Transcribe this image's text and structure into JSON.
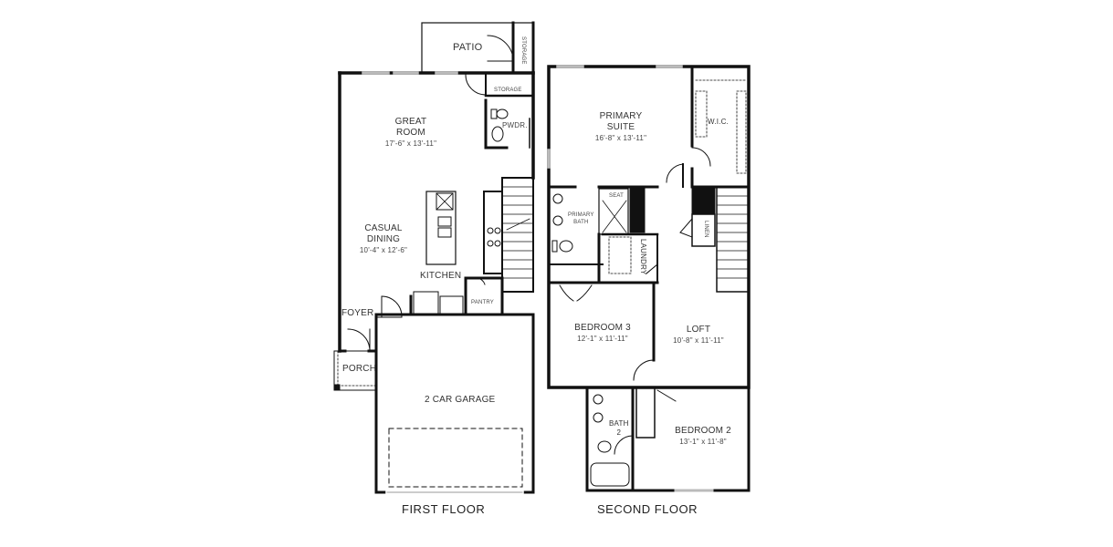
{
  "first_floor": {
    "title": "FIRST FLOOR",
    "rooms": {
      "patio": {
        "name": "PATIO"
      },
      "storage_ext": {
        "name": "STORAGE"
      },
      "storage": {
        "name": "STORAGE"
      },
      "pwdr": {
        "name": "PWDR."
      },
      "great_room": {
        "name_line1": "GREAT",
        "name_line2": "ROOM",
        "dims": "17'-6\" x 13'-11\""
      },
      "casual_dining": {
        "name_line1": "CASUAL",
        "name_line2": "DINING",
        "dims": "10'-4\" x 12'-6\""
      },
      "kitchen": {
        "name": "KITCHEN"
      },
      "pantry": {
        "name": "PANTRY"
      },
      "foyer": {
        "name": "FOYER"
      },
      "porch": {
        "name": "PORCH"
      },
      "garage": {
        "name": "2 CAR GARAGE"
      }
    }
  },
  "second_floor": {
    "title": "SECOND FLOOR",
    "rooms": {
      "primary_suite": {
        "name_line1": "PRIMARY",
        "name_line2": "SUITE",
        "dims": "16'-8\" x 13'-11\""
      },
      "wic": {
        "name": "W.I.C."
      },
      "primary_bath": {
        "name_line1": "PRIMARY",
        "name_line2": "BATH"
      },
      "seat": {
        "name": "SEAT"
      },
      "laundry": {
        "name": "LAUNDRY"
      },
      "linen": {
        "name": "LINEN"
      },
      "bedroom3": {
        "name": "BEDROOM 3",
        "dims": "12'-1\" x 11'-11\""
      },
      "loft": {
        "name": "LOFT",
        "dims": "10'-8\" x 11'-11\""
      },
      "bath2": {
        "name_line1": "BATH",
        "name_line2": "2"
      },
      "bedroom2": {
        "name": "BEDROOM 2",
        "dims": "13'-1\" x 11'-8\""
      }
    }
  }
}
